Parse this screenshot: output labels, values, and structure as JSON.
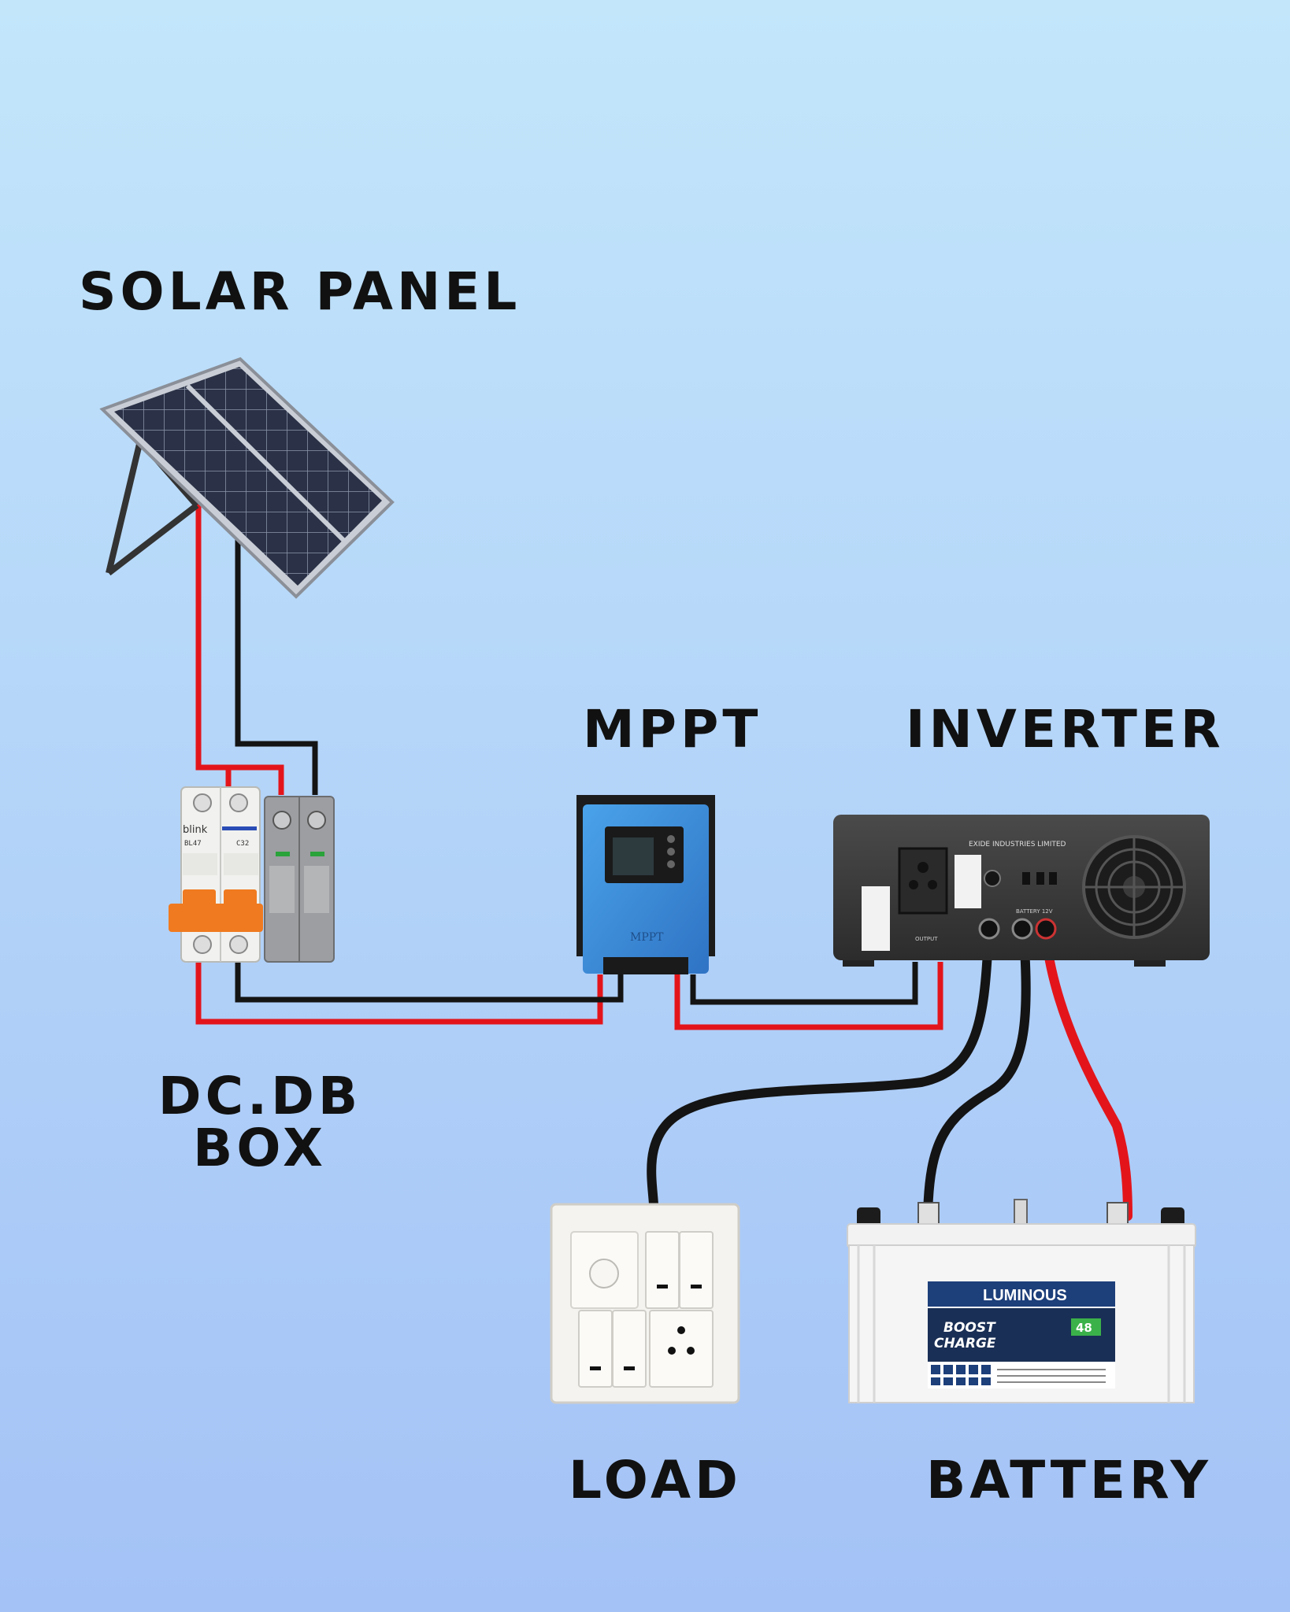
{
  "labels": {
    "solar_panel": "SOLAR PANEL",
    "mppt": "MPPT",
    "inverter": "INVERTER",
    "dcdb_line1": "DC.DB",
    "dcdb_line2": "BOX",
    "load": "LOAD",
    "battery": "BATTERY"
  },
  "device_text": {
    "mcb_brand": "blink",
    "mcb_model": "BL47",
    "mcb_rating": "C32",
    "mppt_face": "MPPT",
    "inverter_maker": "EXIDE INDUSTRIES LIMITED",
    "inverter_port_output": "OUTPUT",
    "inverter_port_battery": "BATTERY 12V",
    "battery_brand": "LUMINOUS",
    "battery_line1": "BOOST",
    "battery_line2": "CHARGE",
    "battery_warranty": "48"
  },
  "colors": {
    "bg_top": "#c3e6fb",
    "bg_bottom": "#a4c2f6",
    "wire_positive": "#e3151b",
    "wire_negative": "#141414",
    "mppt_body": "#3a8ede",
    "inverter_body": "#3a3a3a",
    "battery_label": "#1d3f7a"
  }
}
